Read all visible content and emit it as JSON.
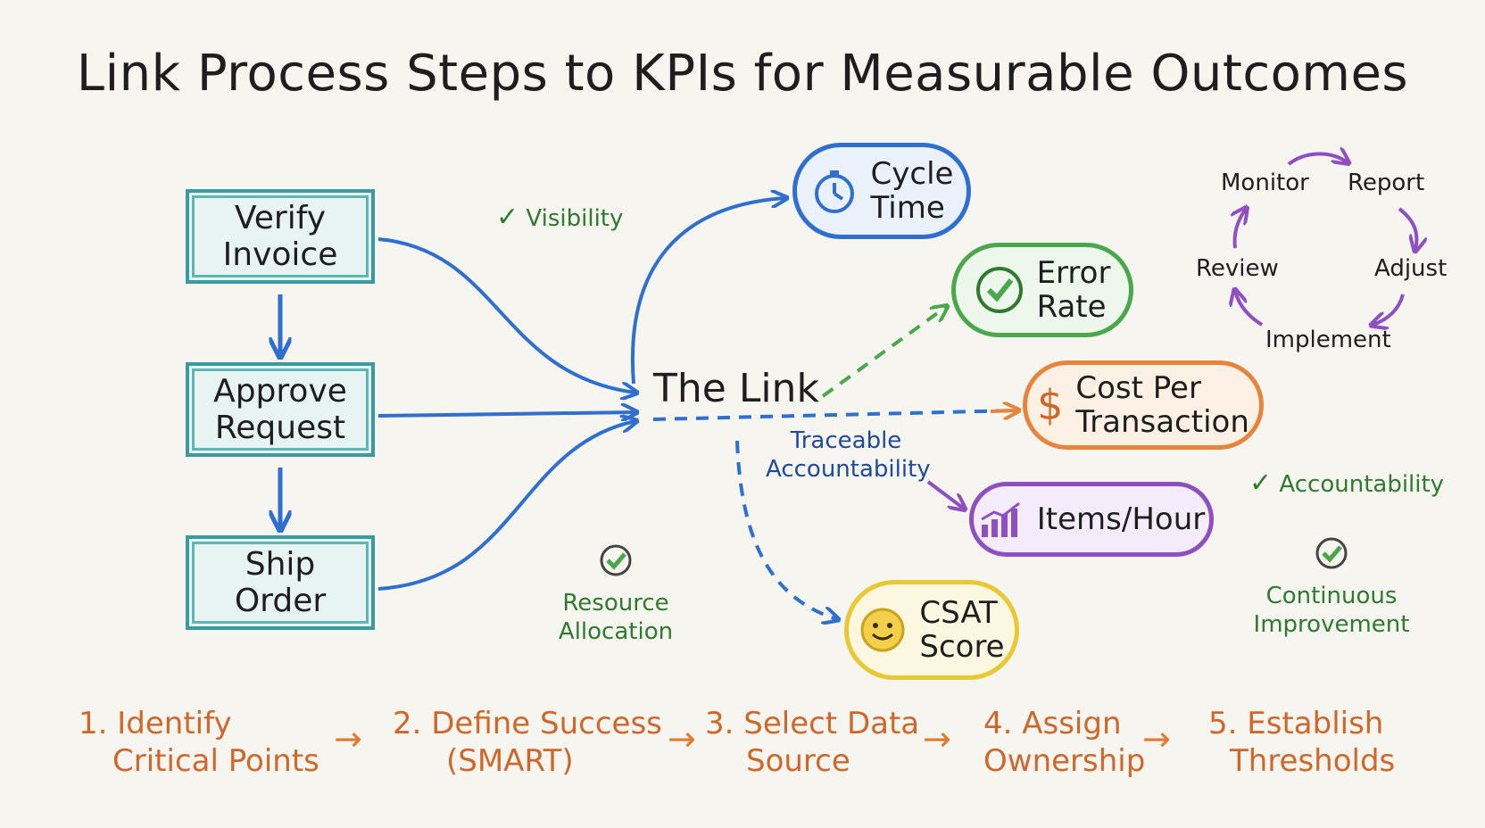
{
  "title": "Link Process Steps to KPIs for Measurable Outcomes",
  "process_steps": [
    {
      "line1": "Verify",
      "line2": "Invoice"
    },
    {
      "line1": "Approve",
      "line2": "Request"
    },
    {
      "line1": "Ship",
      "line2": "Order"
    }
  ],
  "center_label": "The Link",
  "kpis": [
    {
      "line1": "Cycle",
      "line2": "Time",
      "icon": "stopwatch-icon",
      "color": "#2f6fd0"
    },
    {
      "line1": "Error",
      "line2": "Rate",
      "icon": "checkmark-circle-icon",
      "color": "#4aa84a"
    },
    {
      "line1": "Cost Per",
      "line2": "Transaction",
      "icon": "dollar-icon",
      "color": "#e8843a"
    },
    {
      "line1": "Items/Hour",
      "line2": "",
      "icon": "bar-chart-icon",
      "color": "#8e4fc0"
    },
    {
      "line1": "CSAT",
      "line2": "Score",
      "icon": "smiley-icon",
      "color": "#e9c832"
    }
  ],
  "notes": {
    "visibility": "Visibility",
    "traceable_line1": "Traceable",
    "traceable_line2": "Accountability",
    "resource_line1": "Resource",
    "resource_line2": "Allocation",
    "accountability": "Accountability",
    "continuous_line1": "Continuous",
    "continuous_line2": "Improvement"
  },
  "cycle": [
    "Monitor",
    "Report",
    "Adjust",
    "Implement",
    "Review"
  ],
  "steps": [
    {
      "line1": "1. Identify",
      "line2": "Critical Points"
    },
    {
      "line1": "2. Define Success",
      "line2": "(SMART)"
    },
    {
      "line1": "3. Select Data",
      "line2": "Source"
    },
    {
      "line1": "4. Assign",
      "line2": "Ownership"
    },
    {
      "line1": "5. Establish",
      "line2": "Thresholds"
    }
  ],
  "arrow_glyph": "→",
  "check_glyph": "✓",
  "colors": {
    "process_border": "#3a9aa0",
    "blue_arrow": "#2f6fd0",
    "green_arrow": "#4aa84a",
    "orange_arrow": "#e8843a",
    "purple_arrow": "#8e4fc0",
    "step_text": "#d0672a",
    "note_green": "#2f7a2f",
    "note_navy": "#1f4a9a"
  }
}
